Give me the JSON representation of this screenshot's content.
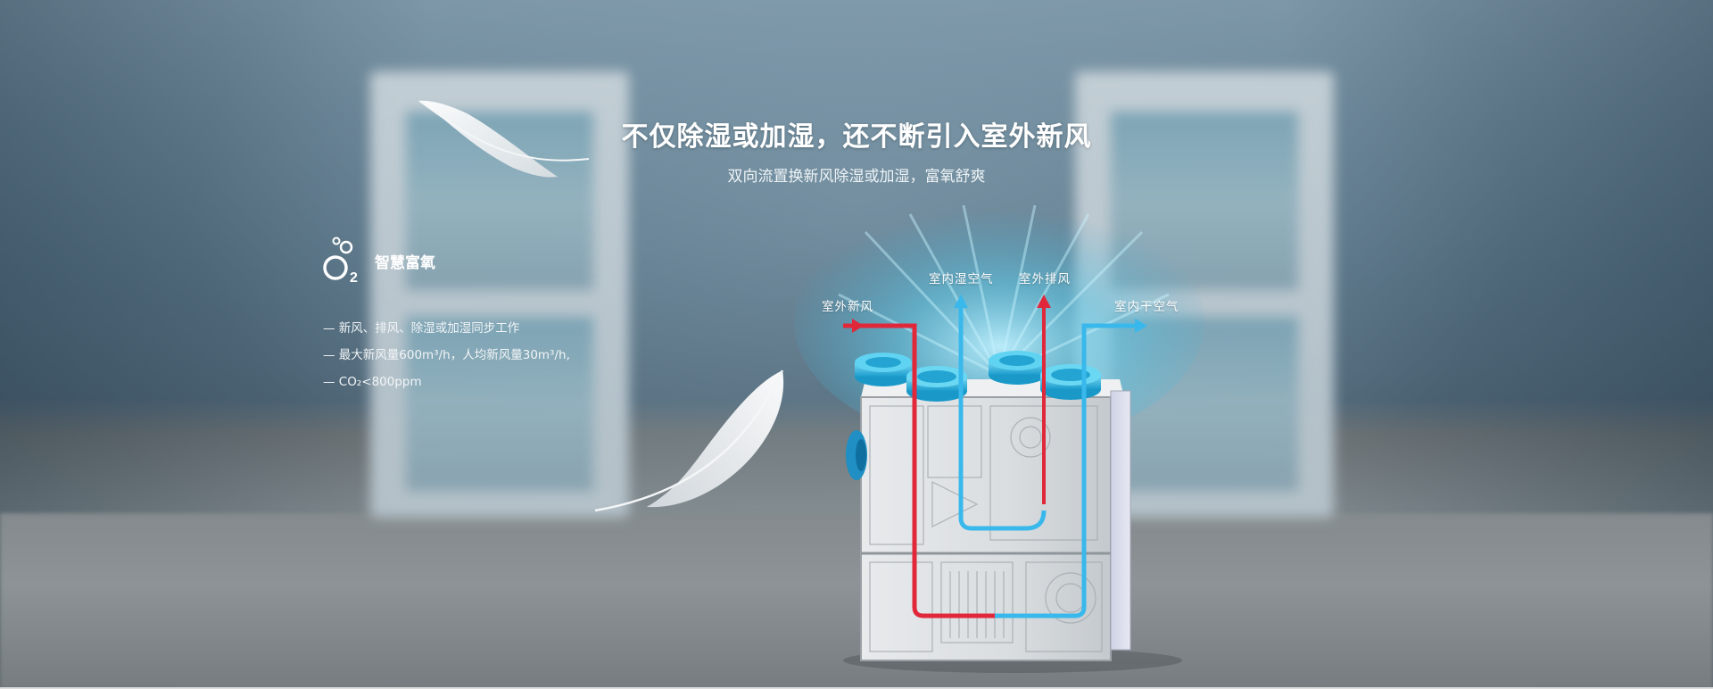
{
  "hero": {
    "title": "不仅除湿或加湿，还不断引入室外新风",
    "subtitle": "双向流置换新风除湿或加湿，富氧舒爽"
  },
  "feature": {
    "icon": "o2-bubbles-icon",
    "title": "智慧富氧",
    "bullets": [
      "— 新风、排风、除湿或加湿同步工作",
      "— 最大新风量600m³/h，人均新风量30m³/h,",
      "— CO₂<800ppm"
    ]
  },
  "diagram": {
    "labels": {
      "outdoor_fresh_air": "室外新风",
      "indoor_humid_air": "室内湿空气",
      "outdoor_exhaust": "室外排风",
      "indoor_dry_air": "室内干空气"
    },
    "colors": {
      "fresh_air": "#e0283a",
      "exhaust_air": "#39b8ec"
    }
  }
}
